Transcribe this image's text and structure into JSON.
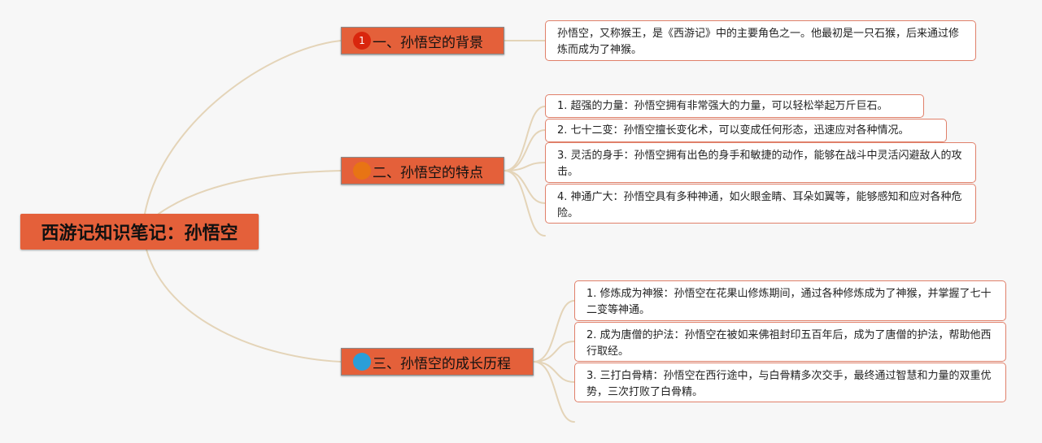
{
  "root": {
    "title": "西游记知识笔记：孙悟空"
  },
  "colors": {
    "node": "#e4603a",
    "link": "#e4d4b8",
    "leaf_border": "#e0806a",
    "marker1": "#d9260d",
    "marker2": "#e87414",
    "marker3": "#2a9ed8"
  },
  "branches": [
    {
      "label": "一、孙悟空的背景",
      "marker": {
        "type": "number-badge",
        "text": "1"
      },
      "items": [
        "孙悟空，又称猴王，是《西游记》中的主要角色之一。他最初是一只石猴，后来通过修炼而成为了神猴。"
      ]
    },
    {
      "label": "二、孙悟空的特点",
      "marker": {
        "type": "number-badge",
        "text": ""
      },
      "items": [
        "1. 超强的力量：孙悟空拥有非常强大的力量，可以轻松举起万斤巨石。",
        "2. 七十二变：孙悟空擅长变化术，可以变成任何形态，迅速应对各种情况。",
        "3. 灵活的身手：孙悟空拥有出色的身手和敏捷的动作，能够在战斗中灵活闪避敌人的攻击。",
        "4. 神通广大：孙悟空具有多种神通，如火眼金睛、耳朵如翼等，能够感知和应对各种危险。"
      ]
    },
    {
      "label": "三、孙悟空的成长历程",
      "marker": {
        "type": "number-badge",
        "text": ""
      },
      "items": [
        "1. 修炼成为神猴：孙悟空在花果山修炼期间，通过各种修炼成为了神猴，并掌握了七十二变等神通。",
        "2. 成为唐僧的护法：孙悟空在被如来佛祖封印五百年后，成为了唐僧的护法，帮助他西行取经。",
        "3. 三打白骨精：孙悟空在西行途中，与白骨精多次交手，最终通过智慧和力量的双重优势，三次打败了白骨精。"
      ]
    }
  ]
}
